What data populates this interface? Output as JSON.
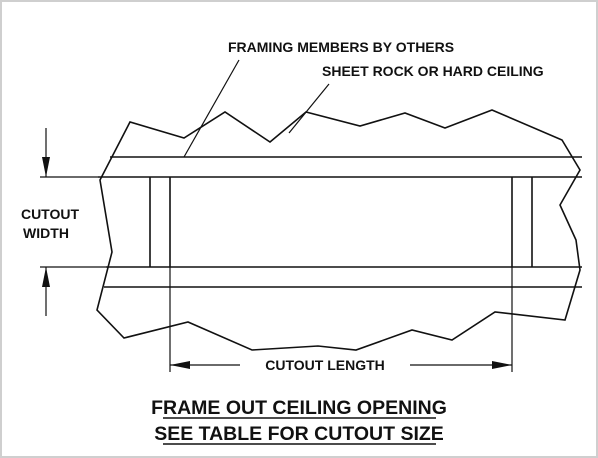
{
  "labels": {
    "framing_members": "FRAMING MEMBERS BY OTHERS",
    "sheet_rock": "SHEET ROCK OR HARD CEILING",
    "cutout_width_line1": "CUTOUT",
    "cutout_width_line2": "WIDTH",
    "cutout_length": "CUTOUT LENGTH"
  },
  "title": {
    "line1": "FRAME OUT CEILING OPENING",
    "line2": "SEE TABLE FOR CUTOUT SIZE"
  }
}
